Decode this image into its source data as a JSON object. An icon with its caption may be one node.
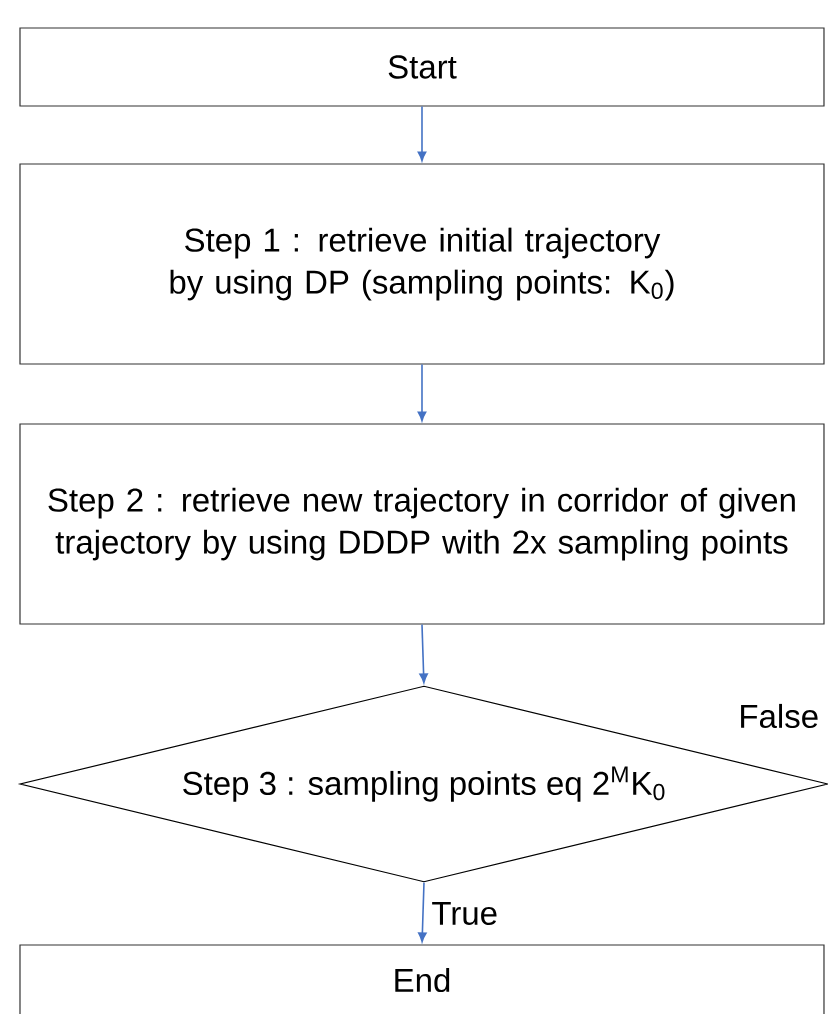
{
  "diagram": {
    "nodes": [
      {
        "text": [
          "Start"
        ]
      },
      {
        "text": [
          "Step 1 : retrieve initial trajectory by using DP (sampling points: K$_{0}$)"
        ]
      },
      {
        "text": [
          "Step 2 : retrieve new trajectory in corridor of given trajectory by using DDDP with 2x sampling points"
        ]
      },
      {
        "text": [
          "Step 3 : sampling points eq 2$^{M}$K$_{0}$"
        ]
      },
      {
        "text": [
          "End"
        ]
      }
    ],
    "edges": [
      {
        "from": 0,
        "to": 1,
        "arrow": "to"
      },
      {
        "from": 1,
        "to": 2,
        "arrow": "to"
      },
      {
        "from": 2,
        "to": 3,
        "arrow": "to"
      },
      {
        "from": 3,
        "to": 4,
        "arrow": "to",
        "label": "True"
      }
    ],
    "labels": [
      "False"
    ]
  }
}
